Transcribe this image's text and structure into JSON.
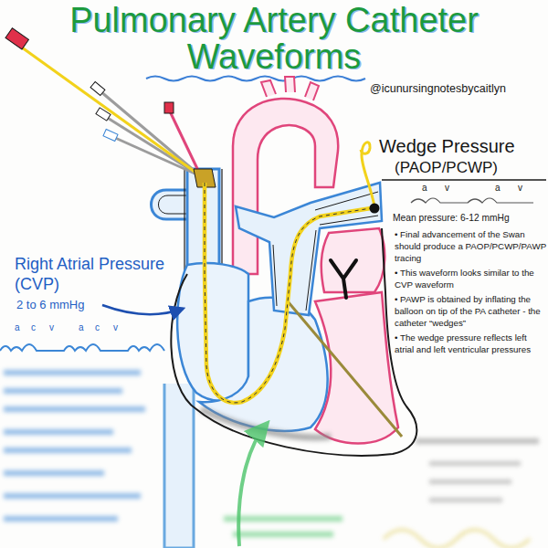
{
  "diagram": {
    "title": "Pulmonary Artery Catheter Waveforms",
    "labels": [
      "@icunursingnotesbycaitlyn",
      "Wedge Pressure",
      "(PAOP/PCWP)",
      "a",
      "v",
      "a",
      "v",
      "Mean pressure: 6-12 mmHg",
      "• Final advancement of the Swan should produce a PAOP/PCWP/PAWP tracing",
      "• This waveform looks similar to the CVP waveform",
      "• PAWP is obtained by inflating the balloon on tip of the PA catheter - the catheter “wedges”",
      "• The wedge pressure reflects left atrial and left ventricular pressures",
      "Right Atrial Pressure (CVP)",
      "2 to 6 mmHg",
      "a",
      "c",
      "v",
      "a",
      "c",
      "v"
    ]
  }
}
